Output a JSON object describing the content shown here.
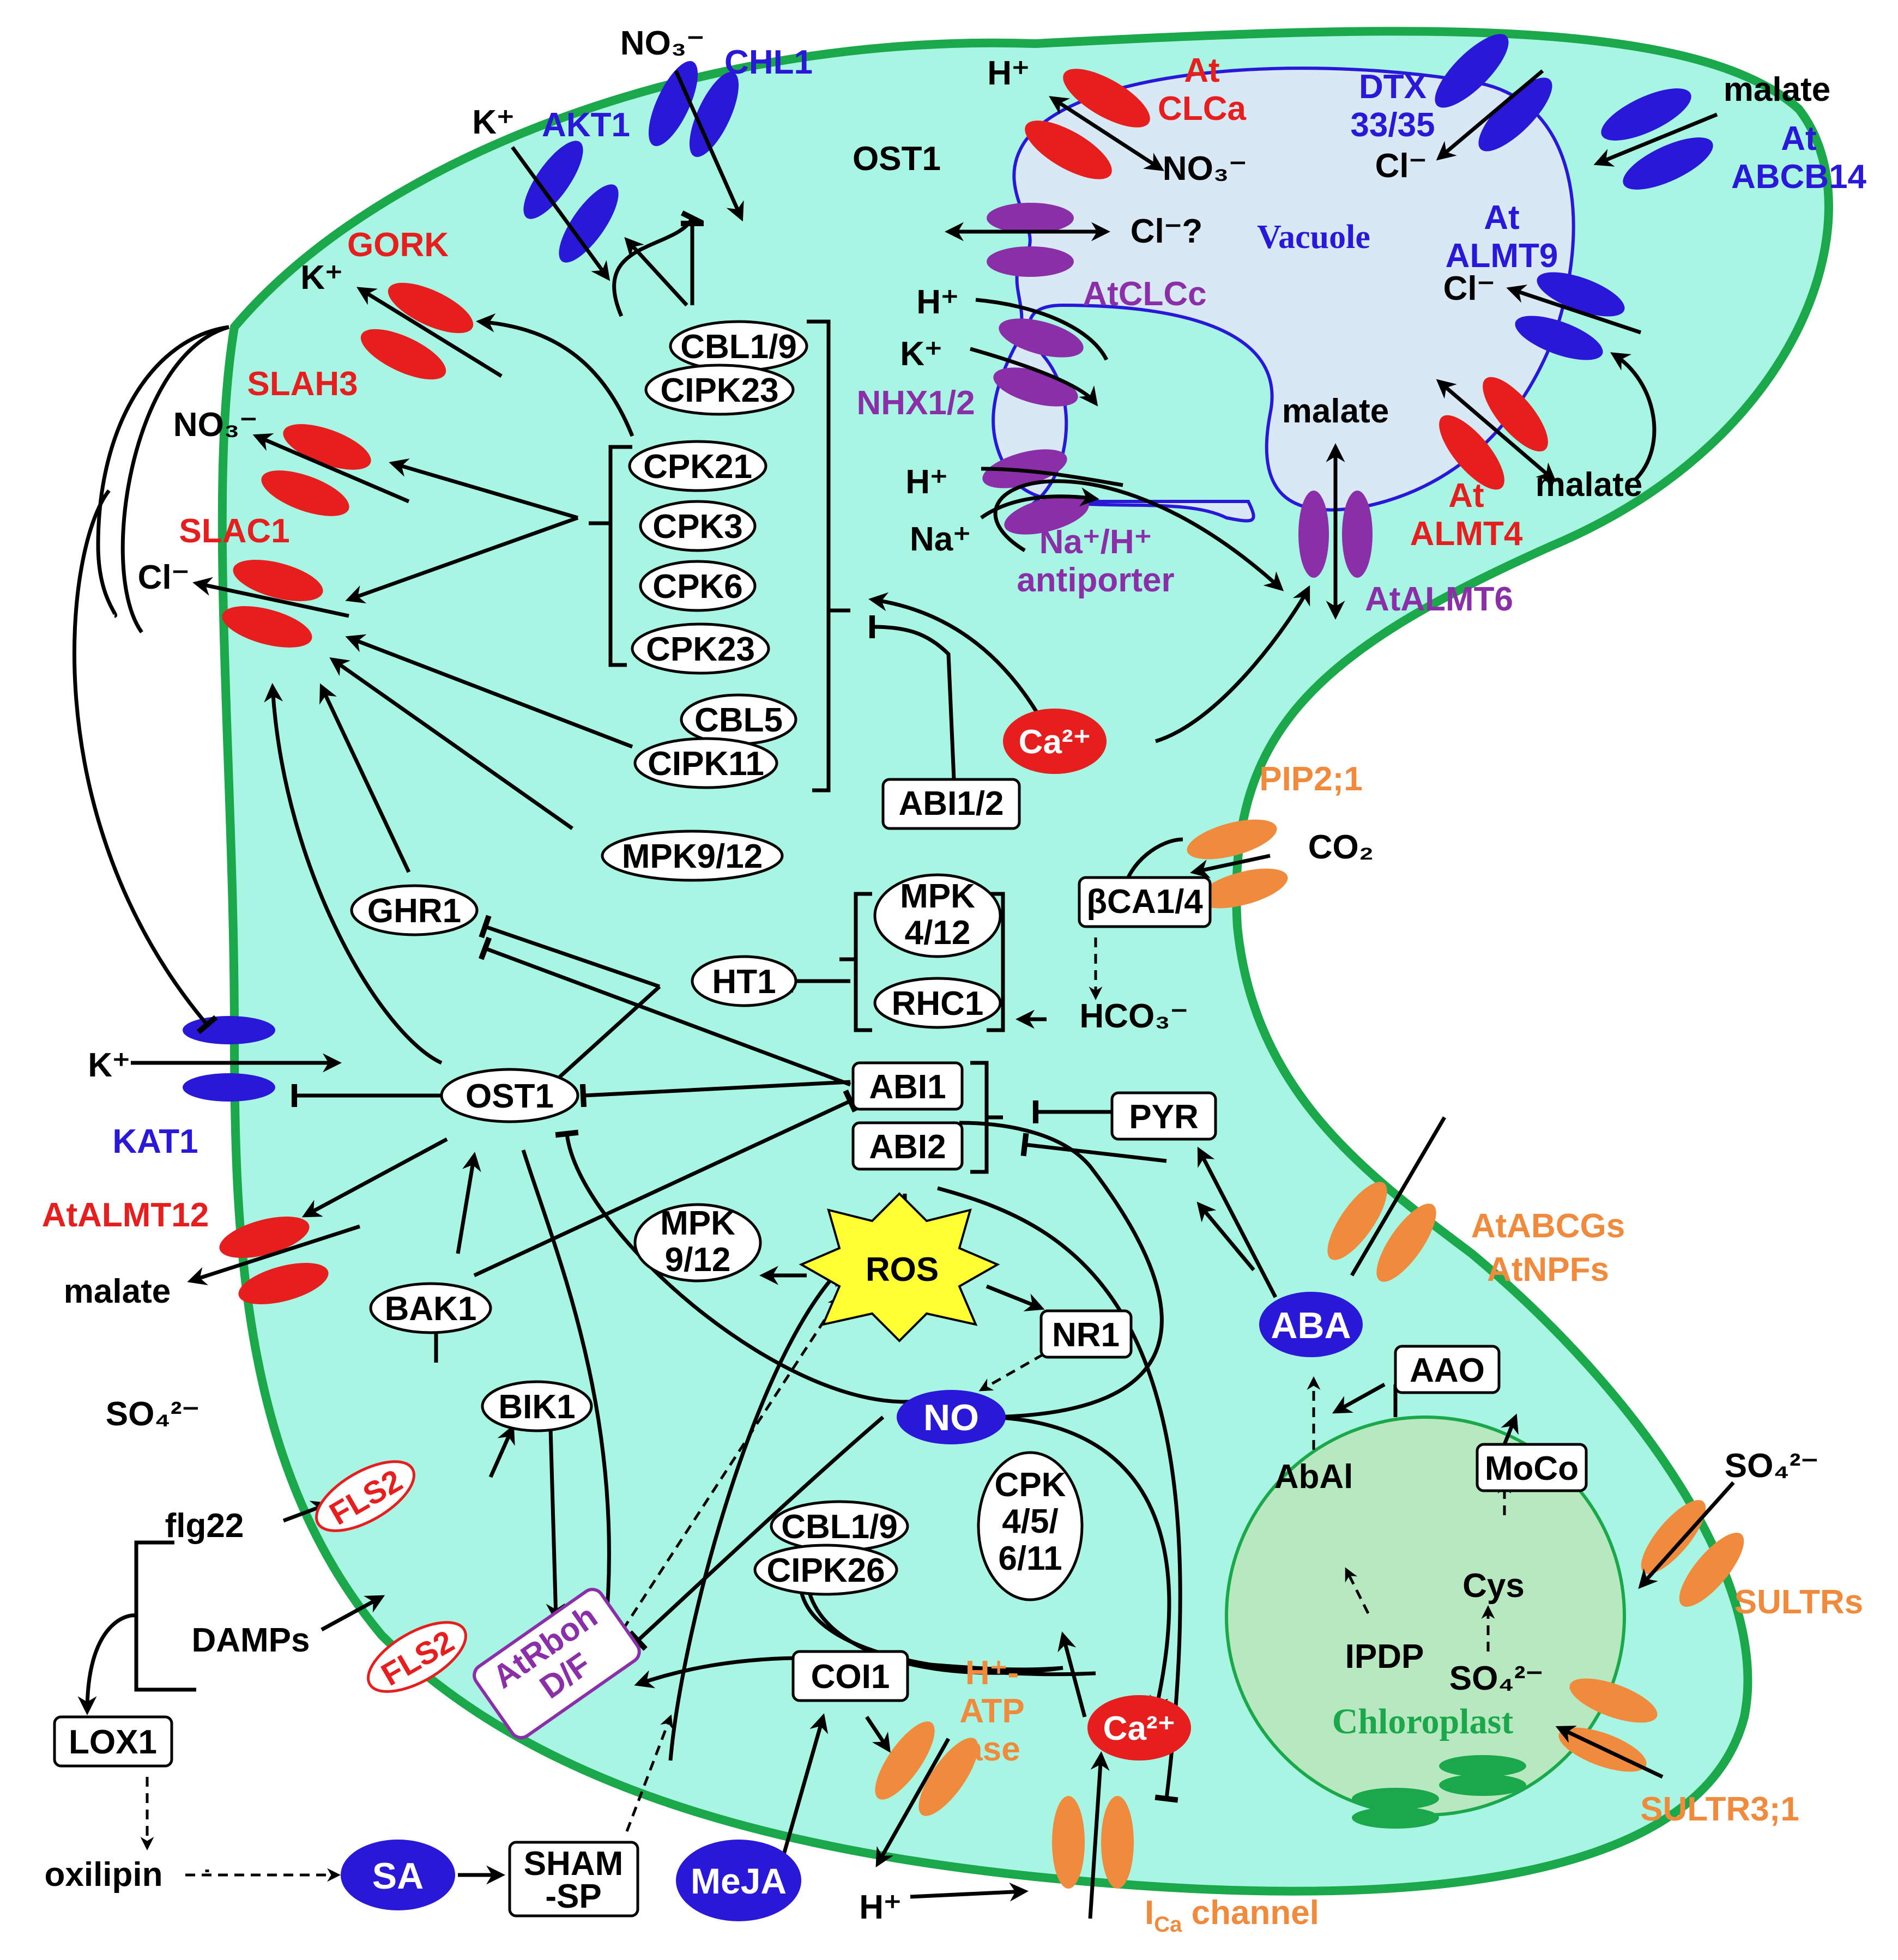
{
  "compartments": {
    "vacuole": "Vacuole",
    "chloroplast": "Chloroplast"
  },
  "colors": {
    "cytoplasm": "#a8f5e4",
    "cell_border": "#1aa84a",
    "vacuole": "#d8e8f4",
    "chloroplast": "#b8e8c0",
    "red_channel": "#e61e1e",
    "blue_channel": "#2a18d8",
    "purple_channel": "#8a2fa8",
    "orange_channel": "#f08a3c",
    "ros_burst": "#ffff33"
  },
  "transporters": {
    "akt1": "AKT1",
    "chl1": "CHL1",
    "gork": "GORK",
    "slah3": "SLAH3",
    "slac1": "SLAC1",
    "kat1": "KAT1",
    "almt12": "AtALMT12",
    "atclca": [
      "At",
      "CLCa"
    ],
    "atclcc": "AtCLCc",
    "dtx": [
      "DTX",
      "33/35"
    ],
    "abcb14": [
      "At",
      "ABCB14"
    ],
    "almt9": [
      "At",
      "ALMT9"
    ],
    "almt4": [
      "At",
      "ALMT4"
    ],
    "almt6": "AtALMT6",
    "nhx": "NHX1/2",
    "antiporter": [
      "Na⁺/H⁺",
      "antiporter"
    ],
    "pip": "PIP2;1",
    "abcg": [
      "AtABCGs",
      "AtNPFs"
    ],
    "sultrs": "SULTRs",
    "sultr31": "SULTR3;1",
    "atpase": [
      "H⁺-",
      "ATP",
      "ase"
    ],
    "ica": [
      "I",
      "Ca",
      " channel"
    ]
  },
  "ions": {
    "k": "K⁺",
    "no3": "NO₃⁻",
    "cl": "Cl⁻",
    "cl_q": "Cl⁻?",
    "h": "H⁺",
    "na": "Na⁺",
    "malate": "malate",
    "co2": "CO₂",
    "hco3": "HCO₃⁻",
    "so4": "SO₄²⁻",
    "ca": "Ca²⁺"
  },
  "nodes": {
    "cbl19": "CBL1/9",
    "cipk23": "CIPK23",
    "cpk21": "CPK21",
    "cpk3": "CPK3",
    "cpk6": "CPK6",
    "cpk23": "CPK23",
    "cbl5": "CBL5",
    "cipk11": "CIPK11",
    "abi12": "ABI1/2",
    "mpk912": "MPK9/12",
    "ghr1": "GHR1",
    "mpk412": [
      "MPK",
      "4/12"
    ],
    "rhc1": "RHC1",
    "ht1": "HT1",
    "bca": "βCA1/4",
    "ost1": "OST1",
    "abi1": "ABI1",
    "abi2": "ABI2",
    "pyr": "PYR",
    "mpk912b": [
      "MPK",
      "9/12"
    ],
    "ros": "ROS",
    "nr1": "NR1",
    "no": "NO",
    "bak1": "BAK1",
    "bik1": "BIK1",
    "fls2": "FLS2",
    "flg22": "flg22",
    "damps": "DAMPs",
    "lox1": "LOX1",
    "oxilipin": "oxilipin",
    "sa": "SA",
    "sham": [
      "SHAM",
      "-SP"
    ],
    "meja": "MeJA",
    "coi1": "COI1",
    "cbl19b": "CBL1/9",
    "cipk26": "CIPK26",
    "cpk4511": [
      "CPK",
      "4/5/",
      "6/11"
    ],
    "rboh": [
      "AtRboh",
      "D/F"
    ],
    "aba": "ABA",
    "aao": "AAO",
    "moco": "MoCo",
    "abal": "AbAl",
    "cys": "Cys",
    "ipdp": "IPDP"
  }
}
